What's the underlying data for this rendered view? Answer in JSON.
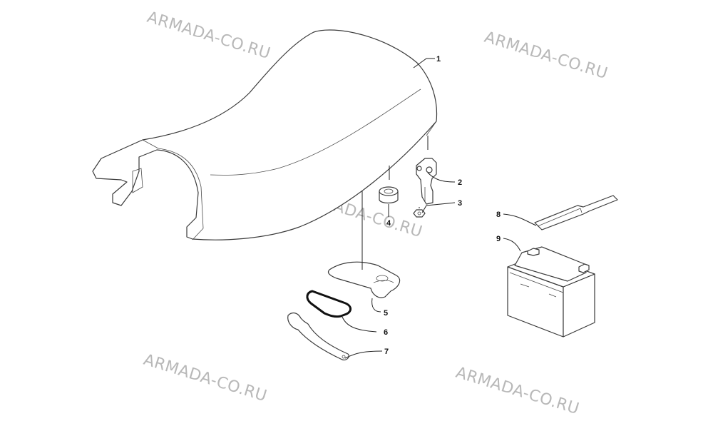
{
  "diagram": {
    "watermark_text": "ARMADA-CO.RU",
    "callouts": [
      {
        "id": "1",
        "part": "seat"
      },
      {
        "id": "2",
        "part": "seat-latch"
      },
      {
        "id": "3",
        "part": "nut"
      },
      {
        "id": "4",
        "part": "rubber-bumper"
      },
      {
        "id": "5",
        "part": "document-bag"
      },
      {
        "id": "6",
        "part": "o-ring"
      },
      {
        "id": "7",
        "part": "spanner-wrench"
      },
      {
        "id": "8",
        "part": "battery-strap"
      },
      {
        "id": "9",
        "part": "battery"
      }
    ],
    "colors": {
      "line": "#3a3a3a",
      "watermark": "#b8b8b8",
      "background": "#ffffff"
    }
  }
}
